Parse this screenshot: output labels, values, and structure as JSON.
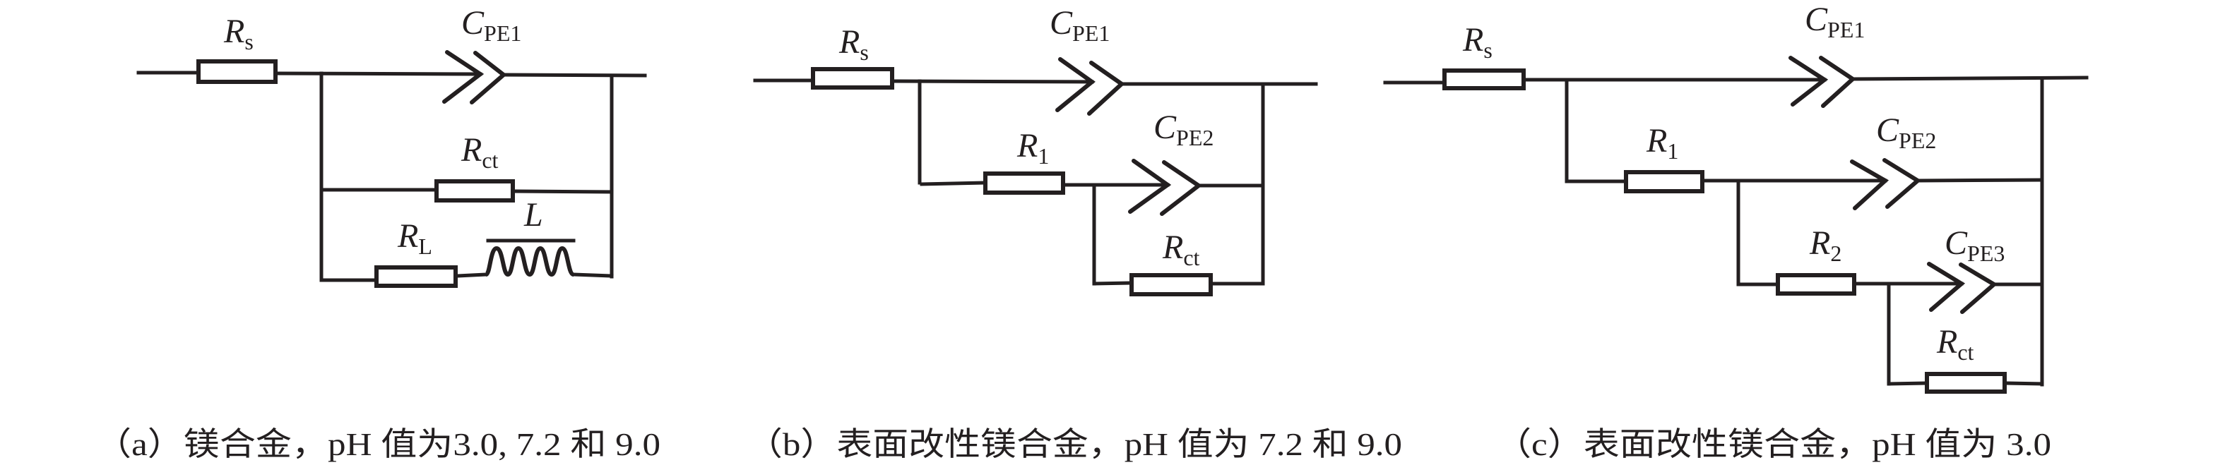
{
  "figure": {
    "ink_color": "#231f20",
    "background": "#ffffff",
    "panels": [
      {
        "id": "a",
        "caption": "（a）镁合金，pH 值为3.0, 7.2 和 9.0",
        "components": {
          "Rs": {
            "symbol": "R",
            "sub": "s",
            "type": "resistor"
          },
          "CPE1": {
            "symbol": "C",
            "sub": "PE1",
            "type": "constant-phase-element"
          },
          "Rct": {
            "symbol": "R",
            "sub": "ct",
            "type": "resistor"
          },
          "RL": {
            "symbol": "R",
            "sub": "L",
            "type": "resistor"
          },
          "L": {
            "symbol": "L",
            "sub": "",
            "type": "inductor"
          }
        },
        "topology": "Rs in series with parallel(CPE1, Rct, series(RL, L))"
      },
      {
        "id": "b",
        "caption": "（b）表面改性镁合金，pH 值为 7.2 和 9.0",
        "components": {
          "Rs": {
            "symbol": "R",
            "sub": "s",
            "type": "resistor"
          },
          "CPE1": {
            "symbol": "C",
            "sub": "PE1",
            "type": "constant-phase-element"
          },
          "R1": {
            "symbol": "R",
            "sub": "1",
            "type": "resistor"
          },
          "CPE2": {
            "symbol": "C",
            "sub": "PE2",
            "type": "constant-phase-element"
          },
          "Rct": {
            "symbol": "R",
            "sub": "ct",
            "type": "resistor"
          }
        },
        "topology": "Rs in series with parallel(CPE1, series(R1, parallel(CPE2, Rct)))"
      },
      {
        "id": "c",
        "caption": "（c）表面改性镁合金，pH 值为 3.0",
        "components": {
          "Rs": {
            "symbol": "R",
            "sub": "s",
            "type": "resistor"
          },
          "CPE1": {
            "symbol": "C",
            "sub": "PE1",
            "type": "constant-phase-element"
          },
          "R1": {
            "symbol": "R",
            "sub": "1",
            "type": "resistor"
          },
          "CPE2": {
            "symbol": "C",
            "sub": "PE2",
            "type": "constant-phase-element"
          },
          "R2": {
            "symbol": "R",
            "sub": "2",
            "type": "resistor"
          },
          "CPE3": {
            "symbol": "C",
            "sub": "PE3",
            "type": "constant-phase-element"
          },
          "Rct": {
            "symbol": "R",
            "sub": "ct",
            "type": "resistor"
          }
        },
        "topology": "Rs in series with parallel(CPE1, series(R1, parallel(CPE2, series(R2, parallel(CPE3, Rct)))))"
      }
    ]
  }
}
